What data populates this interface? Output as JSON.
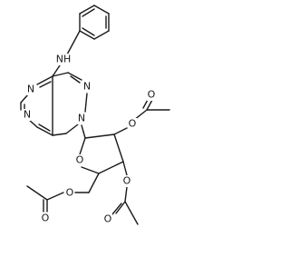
{
  "structure": {
    "colors": {
      "bond": "#1a1a1a",
      "heteroatom": "#1a1a1a",
      "background": "#ffffff"
    },
    "atom_labels": {
      "amine_nh": "NH",
      "n3": "N",
      "n5": "N",
      "n2": "N",
      "n1": "N",
      "ring_o": "O",
      "ester_o_top": "O",
      "carbonyl_o_top": "O",
      "ester_o_mid": "O",
      "carbonyl_o_mid": "O",
      "ester_o_bottom": "O",
      "carbonyl_o_bottom": "O"
    }
  }
}
